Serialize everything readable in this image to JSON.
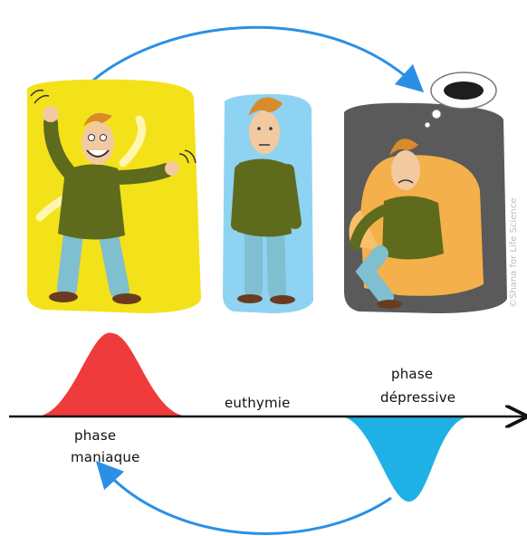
{
  "labels": {
    "euthymie": "euthymie",
    "phase_maniaque_line1": "phase",
    "phase_maniaque_line2": "maniaque",
    "phase_depressive_line1": "phase",
    "phase_depressive_line2": "dépressive"
  },
  "credit": "©Shana for Life Science",
  "colors": {
    "mania_fill": "#ef3b3b",
    "depression_fill": "#1fb0e6",
    "arrow": "#2b8fe6",
    "mania_bg": "#f3e21a",
    "euthymia_bg": "#8fd3f2",
    "depression_bg": "#5a5a5a",
    "shirt": "#5e6b1c",
    "pants": "#7fbfd0",
    "skin": "#f3c9a0",
    "hair": "#d98a2b",
    "armchair": "#f4b04a"
  },
  "icons": [
    "cycle-arrow-top",
    "cycle-arrow-bottom",
    "axis-arrow",
    "thought-bubble-icon"
  ]
}
